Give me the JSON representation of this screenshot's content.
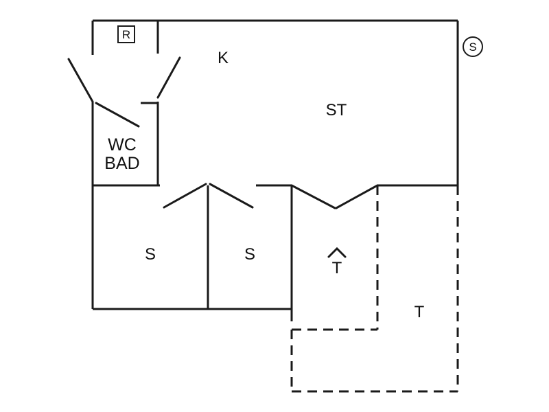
{
  "rooms": {
    "kitchen": "K",
    "living": "ST",
    "wc_line1": "WC",
    "wc_line2": "BAD",
    "bedroom_1": "S",
    "bedroom_2": "S",
    "terrace_covered": "T",
    "terrace_open": "T"
  },
  "symbols": {
    "r_box": "R",
    "s_circle": "S"
  },
  "icons": {
    "covered_marker": "roof-arrow-icon"
  }
}
